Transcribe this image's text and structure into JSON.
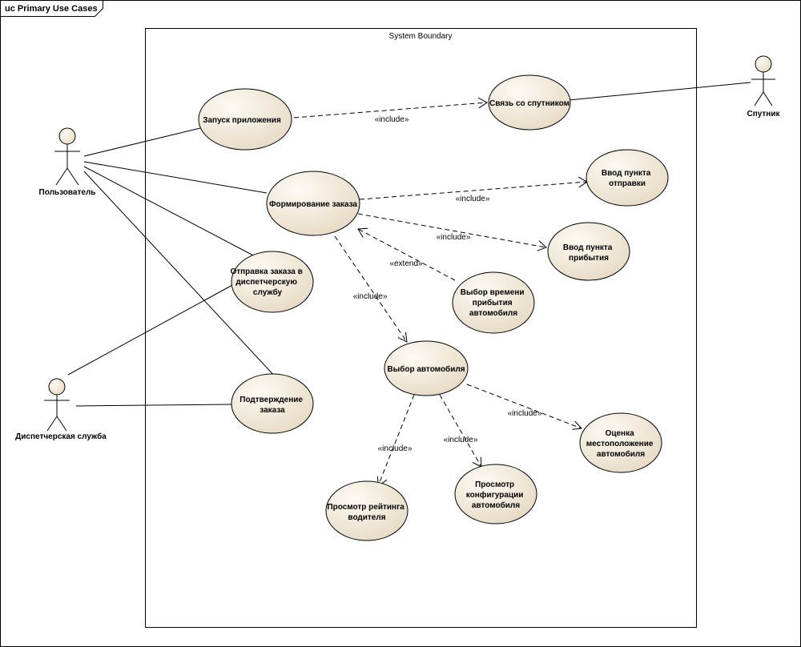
{
  "frame": {
    "title": "uc Primary Use Cases"
  },
  "boundary": {
    "label": "System Boundary"
  },
  "actors": {
    "user": "Пользователь",
    "dispatcher": "Диспетчерская служба",
    "satellite": "Спутник"
  },
  "use_cases": {
    "launch": [
      "Запуск приложения"
    ],
    "satellite_link": [
      "Связь со спутником"
    ],
    "form_order": [
      "Формирование заказа"
    ],
    "departure": [
      "Ввод пункта",
      "отправки"
    ],
    "arrival": [
      "Ввод пункта",
      "прибытия"
    ],
    "send_dispatch": [
      "Отправка заказа в",
      "диспетчерскую",
      "службу"
    ],
    "arrival_time": [
      "Выбор времени",
      "прибытия",
      "автомобиля"
    ],
    "choose_car": [
      "Выбор автомобиля"
    ],
    "confirm": [
      "Подтверждение",
      "заказа"
    ],
    "driver_rating": [
      "Просмотр рейтинга",
      "водителя"
    ],
    "car_config": [
      "Просмотр",
      "конфигурации",
      "автомобиля"
    ],
    "car_location": [
      "Оценка",
      "местоположение",
      "автомобиля"
    ]
  },
  "relations": {
    "include": "«include»",
    "extend": "«extend»"
  },
  "colors": {
    "usecase_fill_light": "#fdfaf4",
    "usecase_fill_dark": "#e8dcc6",
    "line": "#000000"
  }
}
